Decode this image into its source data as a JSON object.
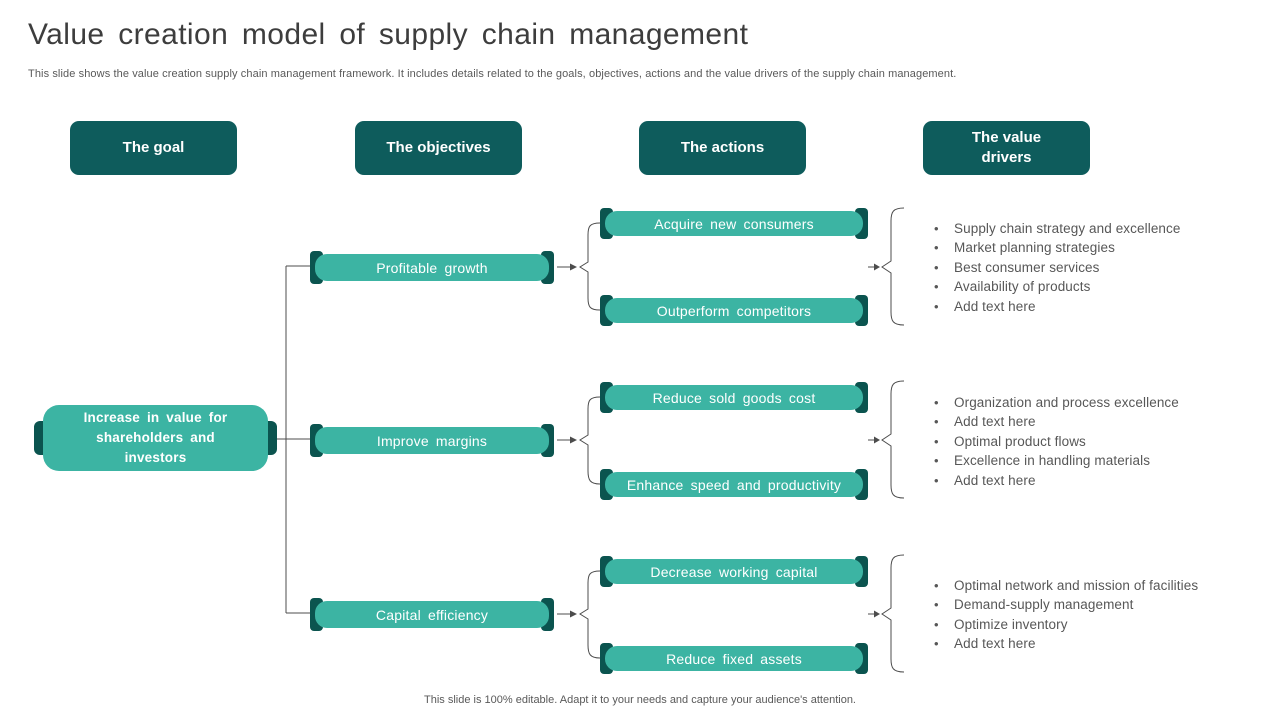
{
  "slide": {
    "title": "Value creation model of supply chain management",
    "subtitle": "This slide shows the value creation supply chain management framework. It includes details related to the goals, objectives, actions and the value drivers of the supply chain management.",
    "footer": "This slide is 100% editable. Adapt it to your needs and capture your audience's attention."
  },
  "colors": {
    "dark_teal": "#0e5c5c",
    "cap_teal": "#0b544f",
    "teal": "#3cb4a3",
    "title_text": "#3d3d3d",
    "body_text": "#595959",
    "connector": "#4c4c4c"
  },
  "headers": [
    {
      "label": "The goal"
    },
    {
      "label": "The objectives"
    },
    {
      "label": "The actions"
    },
    {
      "label": "The value drivers"
    }
  ],
  "goal": {
    "label": "Increase in value for shareholders and investors"
  },
  "groups": [
    {
      "objective": "Profitable growth",
      "actions": [
        "Acquire new consumers",
        "Outperform competitors"
      ],
      "drivers": [
        "Supply chain strategy and excellence",
        "Market planning strategies",
        "Best consumer services",
        "Availability of products",
        "Add text here"
      ]
    },
    {
      "objective": "Improve margins",
      "actions": [
        "Reduce sold goods cost",
        "Enhance speed and productivity"
      ],
      "drivers": [
        "Organization and process excellence",
        "Add text here",
        "Optimal product flows",
        "Excellence in handling materials",
        "Add text here"
      ]
    },
    {
      "objective": "Capital efficiency",
      "actions": [
        "Decrease working capital",
        "Reduce fixed assets"
      ],
      "drivers": [
        "Optimal network and mission of facilities",
        "Demand-supply management",
        "Optimize inventory",
        "Add text here"
      ]
    }
  ]
}
